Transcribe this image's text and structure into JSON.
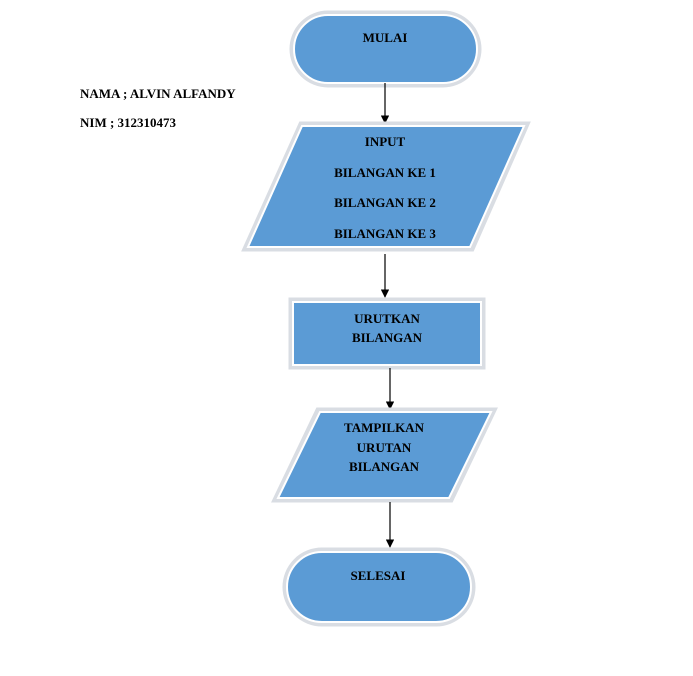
{
  "info": {
    "nama": "NAMA ; ALVIN ALFANDY",
    "nim": "NIM ; 312310473"
  },
  "flowchart": {
    "start": {
      "label": "MULAI"
    },
    "input": {
      "lines": [
        "INPUT",
        "BILANGAN KE 1",
        "BILANGAN KE 2",
        "BILANGAN KE 3"
      ]
    },
    "process": {
      "lines": [
        "URUTKAN",
        "BILANGAN"
      ]
    },
    "output": {
      "lines": [
        "TAMPILKAN",
        "URUTAN",
        "BILANGAN"
      ]
    },
    "end": {
      "label": "SELESAI"
    }
  },
  "colors": {
    "shape_fill": "#5b9bd5",
    "shape_border": "#d9dde3"
  }
}
